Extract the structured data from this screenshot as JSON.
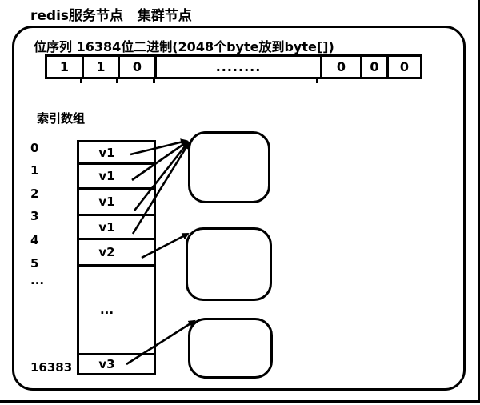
{
  "title": "redis服务节点   集群节点",
  "bit_sequence": {
    "label": "位序列 16384位二进制(2048个byte放到byte[])",
    "cells": [
      "1",
      "1",
      "0",
      "........",
      "0",
      "0",
      "0"
    ]
  },
  "index_array": {
    "label": "索引数组",
    "index_labels": [
      "0",
      "1",
      "2",
      "3",
      "4",
      "5",
      "...",
      "16383"
    ],
    "rows": [
      "v1",
      "v1",
      "v1",
      "v1",
      "v2",
      "...",
      "v3"
    ]
  },
  "colors": {
    "ink": "#000000",
    "background": "#ffffff"
  }
}
